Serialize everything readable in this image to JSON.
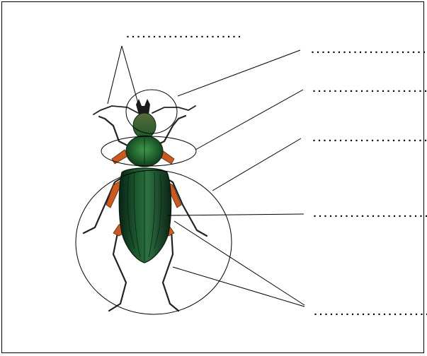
{
  "worksheet": {
    "blanks": [
      {
        "id": "antennae",
        "text": "......................"
      },
      {
        "id": "head",
        "text": "......................"
      },
      {
        "id": "thorax",
        "text": "......................"
      },
      {
        "id": "abdomen",
        "text": "......................"
      },
      {
        "id": "wings",
        "text": "......................"
      },
      {
        "id": "legs",
        "text": "......................"
      }
    ],
    "colors": {
      "line": "#000000",
      "beetle_body": "#123a22",
      "beetle_highlight": "#2e7a3e",
      "leg_orange": "#c85a22"
    }
  }
}
